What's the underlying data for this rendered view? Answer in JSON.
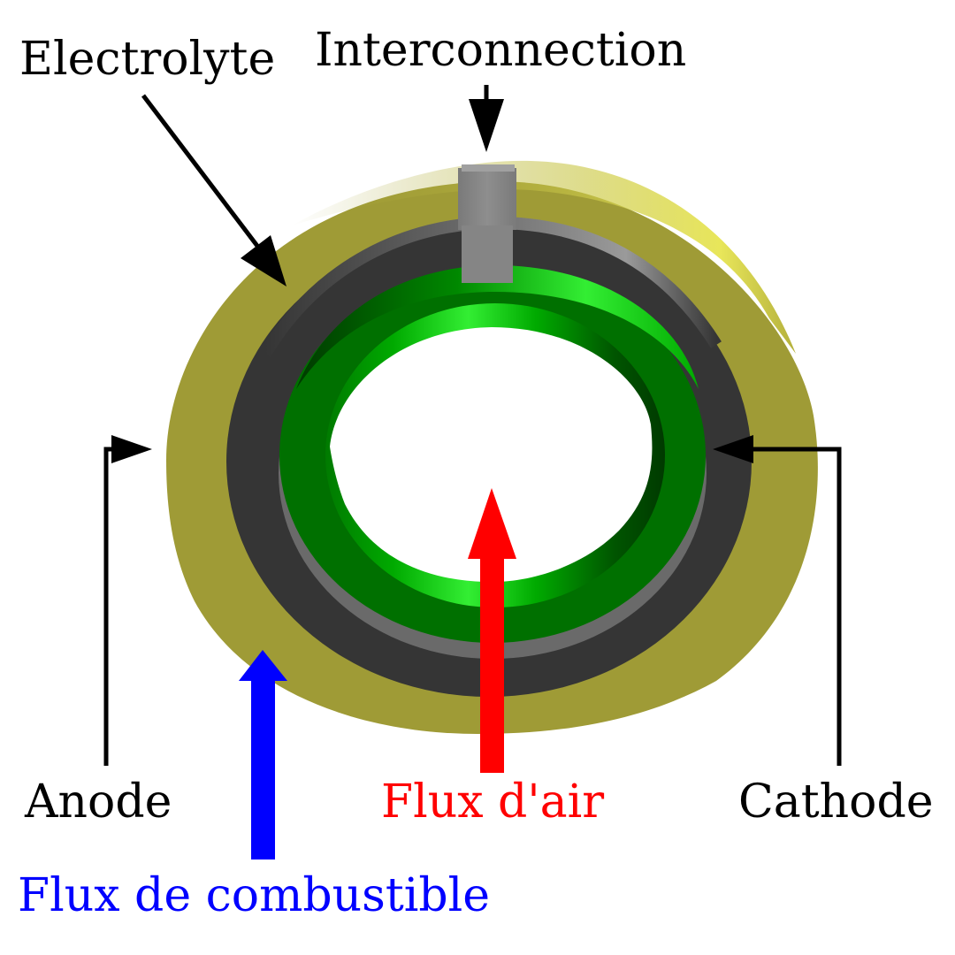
{
  "labels": {
    "electrolyte": "Electrolyte",
    "interconnection": "Interconnection",
    "anode": "Anode",
    "cathode": "Cathode",
    "air_flow": "Flux d'air",
    "fuel_flow": "Flux de combustible"
  },
  "colors": {
    "anode": "#9f9b36",
    "anode_highlight": "#e8e65a",
    "electrolyte": "#353535",
    "electrolyte_highlight": "#8a8a8a",
    "cathode": "#007000",
    "cathode_bright": "#33ee33",
    "cathode_dark": "#004400",
    "interconnection": "#858585",
    "air_flow": "#ff0000",
    "fuel_flow": "#0000ff",
    "leader": "#000000"
  }
}
